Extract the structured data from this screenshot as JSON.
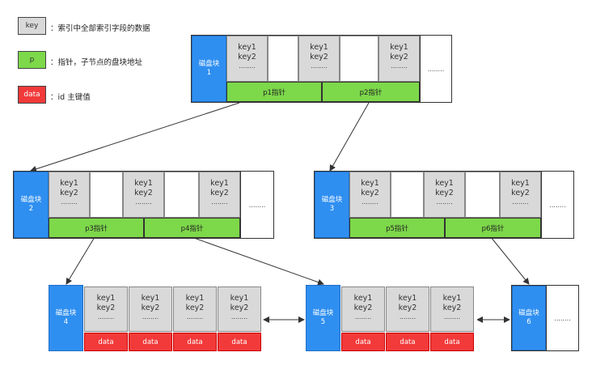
{
  "legend": {
    "key": {
      "swatch": "key",
      "text": "：索引中全部索引字段的数据"
    },
    "p": {
      "swatch": "p",
      "text": "：指针，子节点的盘块地址"
    },
    "data": {
      "swatch": "data",
      "text": "：id 主键值"
    }
  },
  "key_cell": {
    "line1": "key1",
    "line2": "key2",
    "dots": "........"
  },
  "more_dots": "........",
  "data_label": "data",
  "disk_label": "磁盘块",
  "blocks": {
    "b1": {
      "num": "1",
      "ptr1": "p1指针",
      "ptr2": "p2指针"
    },
    "b2": {
      "num": "2",
      "ptr1": "p3指针",
      "ptr2": "p4指针"
    },
    "b3": {
      "num": "3",
      "ptr1": "p5指针",
      "ptr2": "p6指针"
    },
    "b4": {
      "num": "4"
    },
    "b5": {
      "num": "5"
    },
    "b6": {
      "num": "6"
    }
  },
  "colors": {
    "disk": "#2f8ff0",
    "key": "#d9d9d9",
    "pointer": "#7dd84a",
    "data": "#f23a3a"
  }
}
